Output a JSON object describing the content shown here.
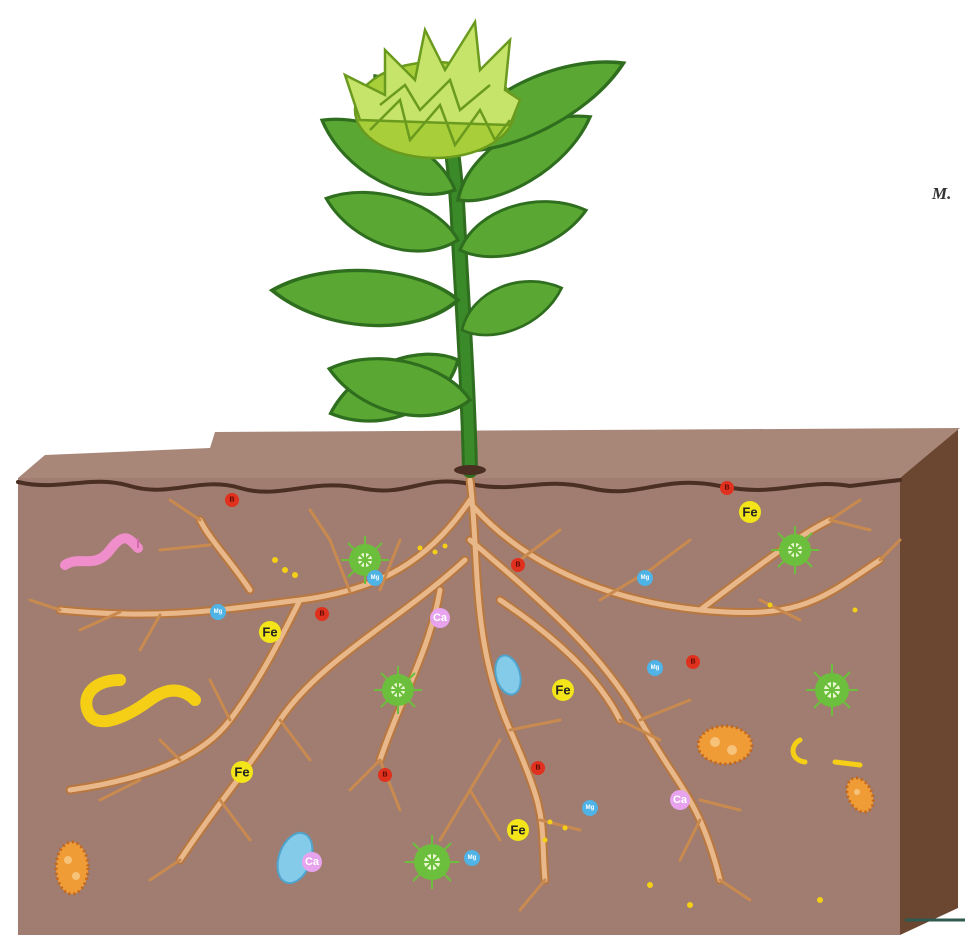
{
  "figure": {
    "corner_label": "M.",
    "colors": {
      "soil_face": "#a07d70",
      "soil_top": "#a88779",
      "soil_side": "#6b4630",
      "crack": "#4a2f22",
      "root": "#e8b88a",
      "root_edge": "#b8773f",
      "stem": "#3a8a2a",
      "leaf": "#5aa833",
      "leaf_dark": "#2f6e1e",
      "flower": "#c7e46a",
      "iron": "#f3e51a",
      "boron": "#e0301e",
      "magnesium": "#4fb3e6",
      "calcium": "#e7a3ee",
      "virus": "#6cbf3c",
      "bacteria_orange": "#ef9c36",
      "protozoa_blue": "#83cbe9",
      "worm_pink": "#f08ecb",
      "worm_yellow": "#f5cf16"
    }
  },
  "nutrients": [
    {
      "symbol": "B",
      "kind": "boron"
    },
    {
      "symbol": "Fe",
      "kind": "iron"
    },
    {
      "symbol": "B",
      "kind": "boron"
    },
    {
      "symbol": "Mg",
      "kind": "magnesium"
    },
    {
      "symbol": "B",
      "kind": "boron"
    },
    {
      "symbol": "Mg",
      "kind": "magnesium"
    },
    {
      "symbol": "B",
      "kind": "boron"
    },
    {
      "symbol": "Mg",
      "kind": "magnesium"
    },
    {
      "symbol": "Fe",
      "kind": "iron"
    },
    {
      "symbol": "Ca",
      "kind": "calcium"
    },
    {
      "symbol": "Mg",
      "kind": "magnesium"
    },
    {
      "symbol": "Fe",
      "kind": "iron"
    },
    {
      "symbol": "B",
      "kind": "boron"
    },
    {
      "symbol": "B",
      "kind": "boron"
    },
    {
      "symbol": "Fe",
      "kind": "iron"
    },
    {
      "symbol": "B",
      "kind": "boron"
    },
    {
      "symbol": "Ca",
      "kind": "calcium"
    },
    {
      "symbol": "Mg",
      "kind": "magnesium"
    },
    {
      "symbol": "Fe",
      "kind": "iron"
    },
    {
      "symbol": "Mg",
      "kind": "magnesium"
    },
    {
      "symbol": "Ca",
      "kind": "calcium"
    }
  ]
}
